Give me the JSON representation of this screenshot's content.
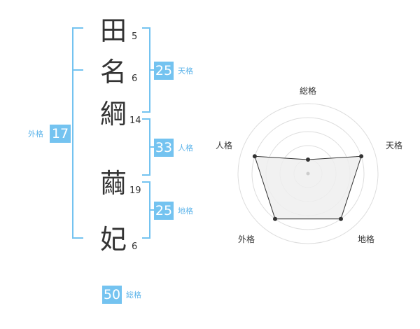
{
  "name": {
    "chars": [
      {
        "char": "田",
        "strokes": "5"
      },
      {
        "char": "名",
        "strokes": "6"
      },
      {
        "char": "綱",
        "strokes": "14"
      },
      {
        "char": "繭",
        "strokes": "19"
      },
      {
        "char": "妃",
        "strokes": "6"
      }
    ]
  },
  "grids": {
    "tenkaku": {
      "value": "25",
      "label": "天格"
    },
    "jinkaku": {
      "value": "33",
      "label": "人格"
    },
    "chikaku": {
      "value": "25",
      "label": "地格"
    },
    "gaikaku": {
      "value": "17",
      "label": "外格"
    },
    "soukaku": {
      "value": "50",
      "label": "総格"
    }
  },
  "radar": {
    "axes": [
      "総格",
      "天格",
      "地格",
      "外格",
      "人格"
    ],
    "max_level": 5,
    "values": [
      1,
      4,
      4,
      4,
      4
    ],
    "colors": {
      "fill": "#eeeeee",
      "line": "#333333",
      "grid": "#dddddd",
      "bracket": "#74c3f0"
    }
  }
}
